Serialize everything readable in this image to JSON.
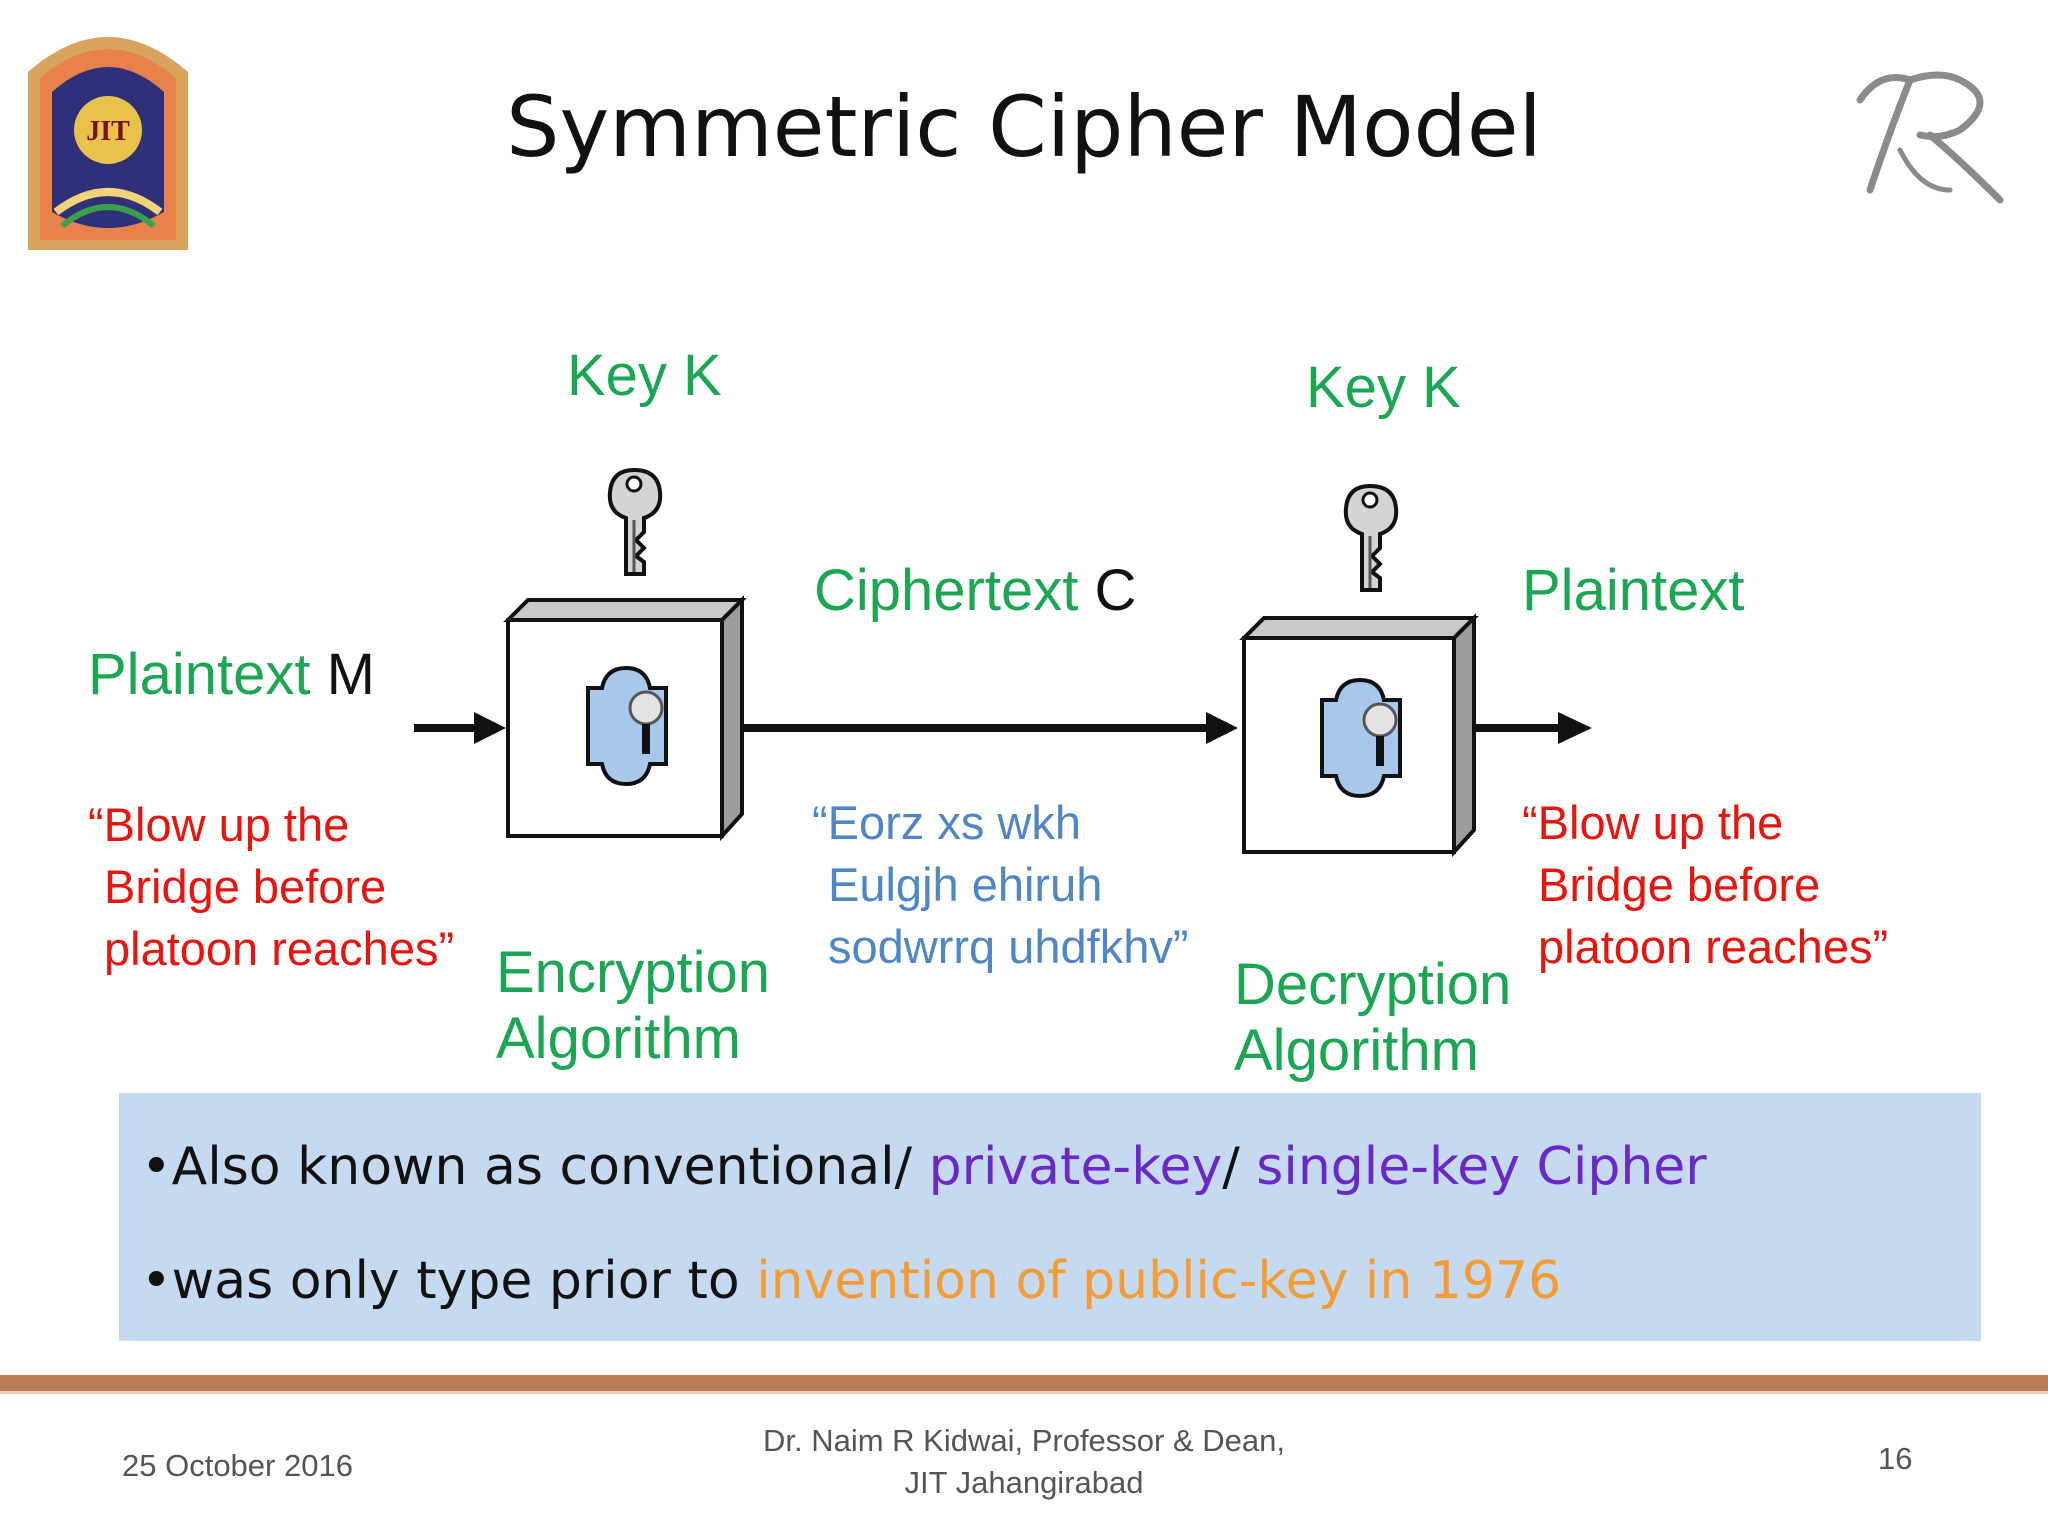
{
  "slide": {
    "title": "Symmetric Cipher Model"
  },
  "diagram": {
    "key_left": "Key K",
    "key_right": "Key K",
    "plaintext_m": {
      "label": "Plaintext",
      "var": " M"
    },
    "ciphertext": {
      "label": "Ciphertext",
      "var": " C"
    },
    "plaintext_out": "Plaintext",
    "encryption": {
      "line1": "Encryption",
      "line2": "Algorithm"
    },
    "decryption": {
      "line1": "Decryption",
      "line2": "Algorithm"
    },
    "msg_in": [
      "“Blow up the",
      "Bridge before",
      "platoon reaches”"
    ],
    "msg_cipher": [
      "“Eorz xs wkh",
      "Eulgjh ehiruh",
      "sodwrrq uhdfkhv”"
    ],
    "msg_out": [
      "“Blow up the",
      "Bridge before",
      "platoon reaches”"
    ]
  },
  "info": {
    "b1_a": "•Also known as conventional/ ",
    "b1_b": "private-key",
    "b1_c": "/ ",
    "b1_d": "single-key Cipher",
    "b2_a": "•was only type prior to ",
    "b2_b": "invention of public-key in 1976"
  },
  "footer": {
    "date": "25 October 2016",
    "author_line1": "Dr. Naim  R Kidwai, Professor & Dean,",
    "author_line2": "JIT Jahangirabad",
    "page": "16"
  },
  "logos": {
    "left": "JIT",
    "right": "NR"
  },
  "colors": {
    "green": "#1aa653",
    "red": "#e8140e",
    "blue": "#4f86c6",
    "purple": "#6a28c8",
    "orange": "#f39c34",
    "info_bg": "#c5d9f0",
    "footer_rule": "#bd7c56"
  }
}
